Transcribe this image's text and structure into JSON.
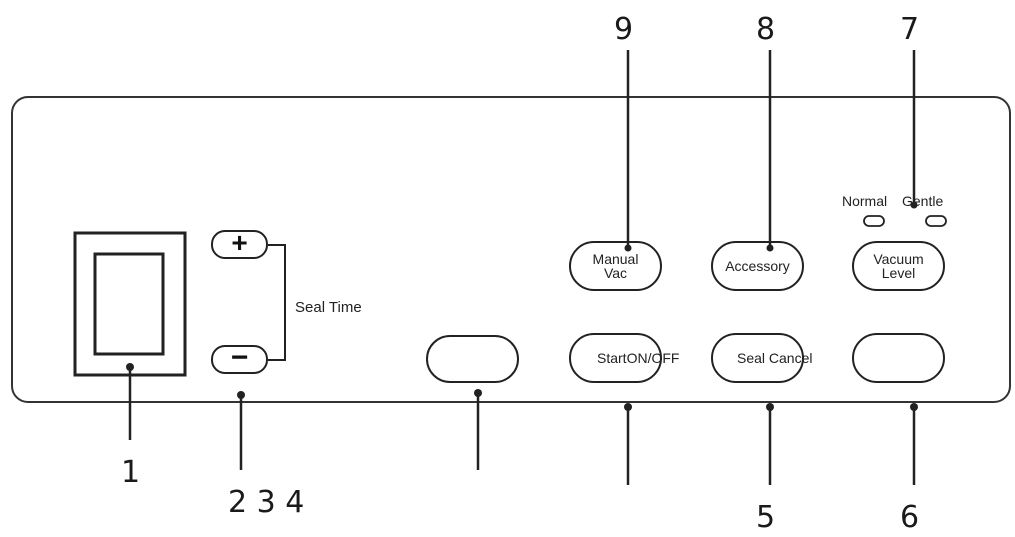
{
  "callouts": {
    "n1": "1",
    "n234": "2 3 4",
    "n5": "5",
    "n6": "6",
    "n7": "7",
    "n8": "8",
    "n9": "9"
  },
  "panel": {
    "seal_time_label": "Seal Time",
    "plus_symbol": "+",
    "minus_symbol": "−",
    "manual_vac_line1": "Manual",
    "manual_vac_line2": "Vac",
    "accessory_label": "Accessory",
    "vacuum_level_line1": "Vacuum",
    "vacuum_level_line2": "Level",
    "start_label": "StartON/OFF",
    "seal_cancel_label": "Seal Cancel",
    "indicator_normal": "Normal",
    "indicator_gentle": "Gentle"
  }
}
